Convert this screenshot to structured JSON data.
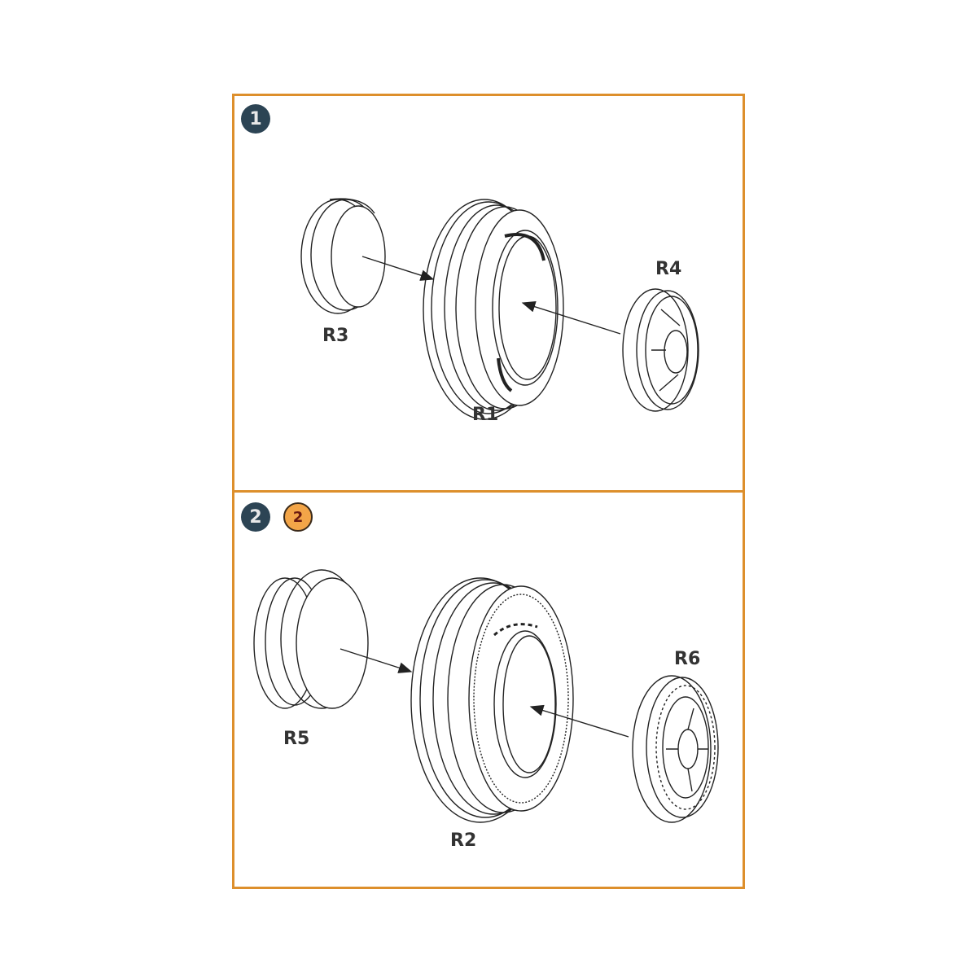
{
  "steps": [
    {
      "number": "1",
      "parts": [
        {
          "id": "R3",
          "label": "R3",
          "role": "inner hub cap"
        },
        {
          "id": "R1",
          "label": "R1",
          "role": "tire"
        },
        {
          "id": "R4",
          "label": "R4",
          "role": "wheel hub"
        }
      ]
    },
    {
      "number": "2",
      "option_badge": "2",
      "parts": [
        {
          "id": "R5",
          "label": "R5",
          "role": "inner hub cap"
        },
        {
          "id": "R2",
          "label": "R2",
          "role": "tire"
        },
        {
          "id": "R6",
          "label": "R6",
          "role": "wheel hub"
        }
      ]
    }
  ],
  "colors": {
    "frame": "#dd8f2c",
    "step_badge": "#2c4454",
    "option_badge": "#f3a548",
    "line_art": "#222222"
  }
}
